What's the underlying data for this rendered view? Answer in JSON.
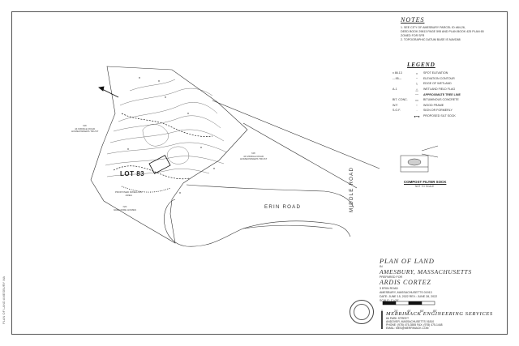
{
  "margin_note": "PLAN OF LAND AMESBURY MA",
  "notes": {
    "heading": "NOTES",
    "lines": [
      "1. SEE CITY OF AMESBURY PARCEL ID #84-26,",
      "   DEED BOOK 29813 PAGE 595 AND PLAN BOOK 425 PLAN 65",
      "   ZONED FOR SFR",
      "",
      "2. TOPOGRAPHIC DATUM BASE IS NAVD88"
    ]
  },
  "legend": {
    "heading": "LEGEND",
    "rows": [
      {
        "sym": "x 86.13",
        "desc": "SPOT ELEVATION",
        "bold": false
      },
      {
        "sym": "---95---",
        "desc": "ELEVATION CONTOUR",
        "bold": false
      },
      {
        "sym": "",
        "desc": "EDGE OF WETLAND",
        "bold": false
      },
      {
        "sym": "A-1",
        "desc": "WETLAND FIELD FLAG",
        "bold": false
      },
      {
        "sym": "",
        "desc": "APPROXIMATE TREE LINE",
        "bold": true
      },
      {
        "sym": "BIT. CONC.",
        "desc": "BITUMINOUS CONCRETE",
        "bold": false
      },
      {
        "sym": "W.F.",
        "desc": "WOOD FRAME",
        "bold": false
      },
      {
        "sym": "S.O.F.",
        "desc": "SIGN OR FORMERLY",
        "bold": false
      },
      {
        "sym": "",
        "desc": "PROPOSED SILT SOCK",
        "bold": false
      }
    ]
  },
  "detail": {
    "title": "COMPOST FILTER SOCK",
    "subtitle": "NOT TO SCALE"
  },
  "roads": {
    "erin": "ERIN ROAD",
    "middle": "MIDDLE ROAD"
  },
  "map_labels": {
    "abutter_left": "N/F\n44 MIDDLE ROAD\nHOMEOWNERS TRUST",
    "abutter_right": "N/F\n44 MIDDLE ROAD\nHOMEOWNERS TRUST",
    "abutter_bottom": "N/F\nGREGOIRE HOMES",
    "proposed": "PROPOSED DWELLING\nAREA",
    "lot": "LOT 83"
  },
  "title_block": {
    "plan": "PLAN OF LAND",
    "in": "IN",
    "city": "AMESBURY, MASSACHUSETTS",
    "prepared_for": "PREPARED FOR",
    "owner": "ARDIS CORTEZ",
    "address_1": "3 ERIN ROAD",
    "address_2": "AMESBURY, MASSACHUSETTS 01913",
    "date": "DATE: JUNE 15, 2022    REV.: JUNE 28, 2022",
    "scale": "SCALE: 1\"=20'",
    "scale_ticks": [
      "0",
      "20'",
      "40'",
      "60'",
      "80'"
    ]
  },
  "firm": {
    "name": "MERRIMACK ENGINEERING SERVICES",
    "lines": [
      "66 PARK STREET",
      "ANDOVER, MASSACHUSETTS 01810",
      "PHONE: (978) 475-3555   FAX: (978) 475-1448",
      "EMAIL: MES@MERRIMACK.COM"
    ]
  }
}
